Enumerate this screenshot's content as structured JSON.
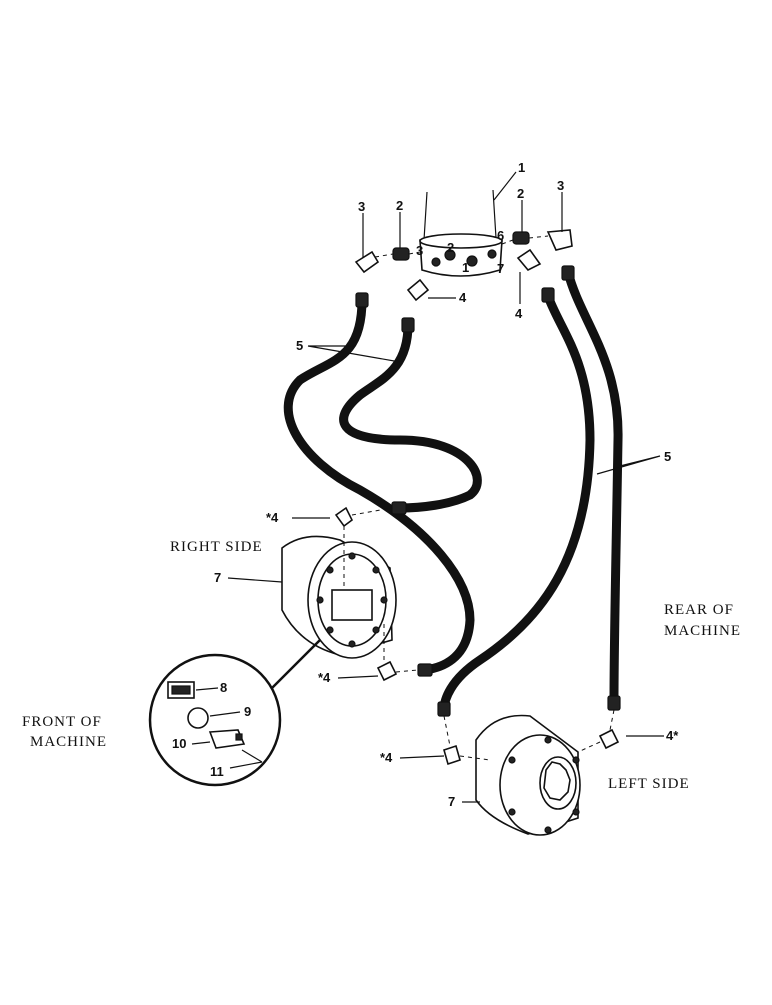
{
  "labels": {
    "right_side": "RIGHT SIDE",
    "left_side": "LEFT SIDE",
    "rear_line1": "REAR OF",
    "rear_line2": "MACHINE",
    "front_line1": "FRONT OF",
    "front_line2": "MACHINE"
  },
  "callouts": {
    "n1": "1",
    "n2a": "2",
    "n2b": "2",
    "n3a": "3",
    "n3b": "3",
    "n4a": "4",
    "n4b": "4",
    "n4c": "*4",
    "n4d": "*4",
    "n4e": "*4",
    "n4f": "4*",
    "n5a": "5",
    "n5b": "5",
    "n7a": "7",
    "n7b": "7",
    "n8": "8",
    "n9": "9",
    "n10": "10",
    "n11": "11"
  },
  "swivel_marks": {
    "m1": "1",
    "m2": "2",
    "m3": "3",
    "m6": "6",
    "m7": "7"
  }
}
